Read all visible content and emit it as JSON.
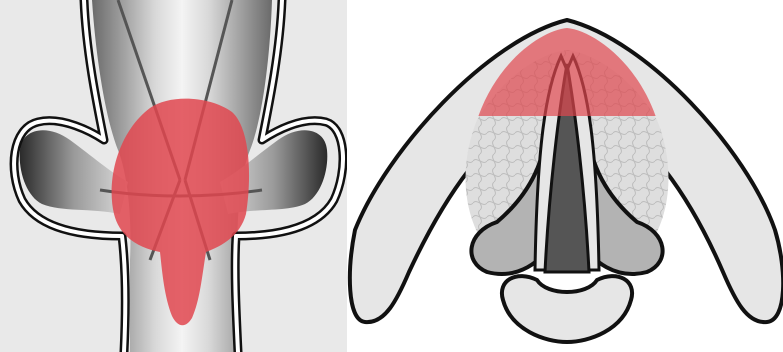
{
  "figure": {
    "panels": [
      {
        "id": "left",
        "view": "coronal"
      },
      {
        "id": "right",
        "view": "axial"
      }
    ],
    "colors": {
      "highlight": "#e0474f",
      "outline": "#111111",
      "tissue_light": "#e6e6e6",
      "tissue_mid": "#b3b3b3",
      "tissue_dark": "#555555",
      "background": "#ffffff"
    }
  }
}
